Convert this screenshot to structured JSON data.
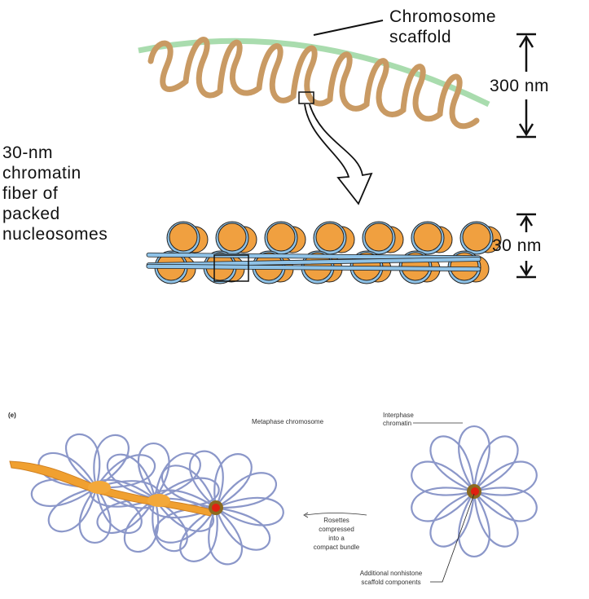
{
  "top": {
    "scaffold_label_line1": "Chromosome",
    "scaffold_label_line2": "scaffold",
    "scale_300": "300 nm",
    "fiber_label_lines": [
      "30-nm",
      "chromatin",
      "fiber of",
      "packed",
      "nucleosomes"
    ],
    "scale_30": "30 nm"
  },
  "bottom": {
    "panel_label": "(e)",
    "metaphase_label": "Metaphase chromosome",
    "interphase_label_line1": "Interphase",
    "interphase_label_line2": "chromatin",
    "rosettes_lines": [
      "Rosettes",
      "compressed",
      "into a",
      "compact bundle"
    ],
    "scaffold_components_line1": "Additional nonhistone",
    "scaffold_components_line2": "scaffold components"
  },
  "colors": {
    "scaffold_green": "#a9dcae",
    "chromatin_tan": "#c99a63",
    "nucleosome_orange": "#f0a040",
    "dna_blue": "#8fc3e8",
    "loop_blue": "#8b97c9",
    "core_red": "#e02010"
  }
}
